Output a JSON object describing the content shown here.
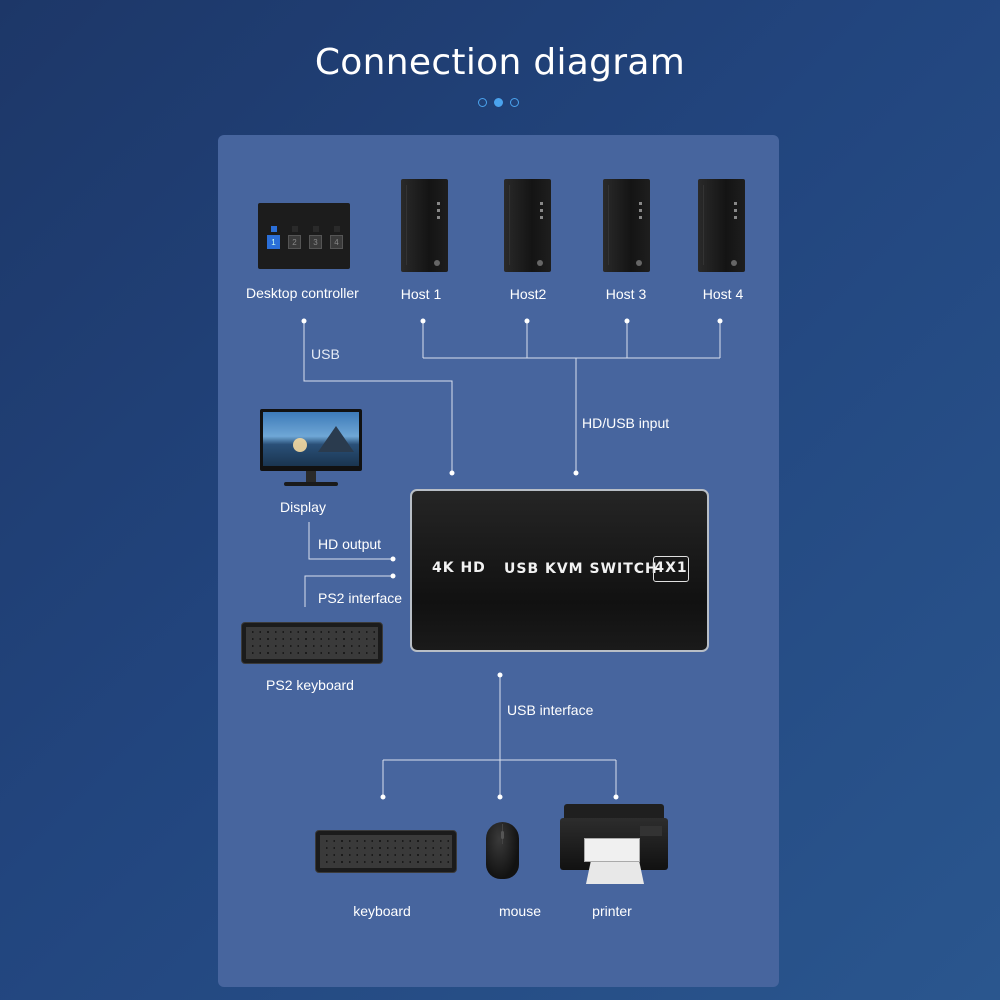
{
  "header": {
    "title": "Connection diagram",
    "pager": {
      "count": 3,
      "active_index": 1
    }
  },
  "colors": {
    "background": "#22457e",
    "panel": "#47659e",
    "line": "#d8e0ee",
    "accent": "#4aa3ee"
  },
  "devices": {
    "desktop_controller": {
      "label": "Desktop controller",
      "buttons": [
        "1",
        "2",
        "3",
        "4"
      ],
      "active_button": "1"
    },
    "hosts": [
      {
        "label": "Host 1"
      },
      {
        "label": "Host2"
      },
      {
        "label": "Host 3"
      },
      {
        "label": "Host 4"
      }
    ],
    "display": {
      "label": "Display"
    },
    "kvm": {
      "left_text": "4K HD",
      "main_text": "USB KVM SWITCH",
      "badge": "4X1"
    },
    "ps2_keyboard": {
      "label": "PS2 keyboard"
    },
    "keyboard": {
      "label": "keyboard"
    },
    "mouse": {
      "label": "mouse"
    },
    "printer": {
      "label": "printer"
    }
  },
  "connections": {
    "usb": "USB",
    "hd_usb_input": "HD/USB input",
    "hd_output": "HD output",
    "ps2_interface": "PS2 interface",
    "usb_interface": "USB interface"
  },
  "icons": [
    "desktop-controller-icon",
    "pc-tower-icon",
    "monitor-icon",
    "kvm-switch-icon",
    "keyboard-icon",
    "mouse-icon",
    "printer-icon"
  ]
}
